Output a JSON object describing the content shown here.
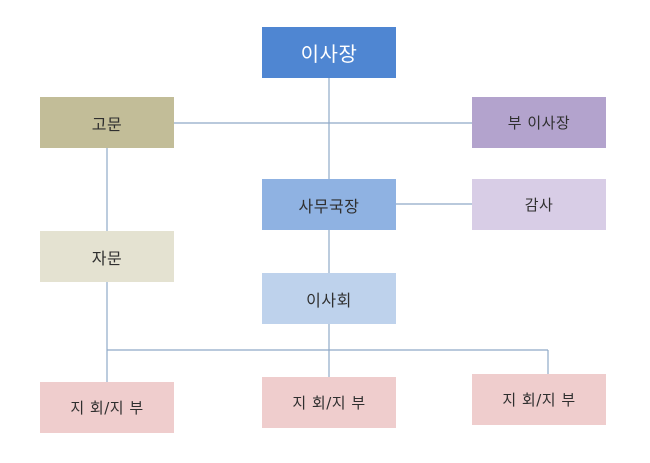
{
  "org_chart": {
    "chairman": "이사장",
    "advisor": "고문",
    "vice_chairman": "부 이사장",
    "secretary_general": "사무국장",
    "auditor": "감사",
    "consultation": "자문",
    "board": "이사회",
    "branches": [
      "지 회/지 부",
      "지 회/지 부",
      "지 회/지 부"
    ]
  },
  "colors": {
    "chairman": "#4f86d2",
    "advisor": "#c2bd98",
    "vice_chairman": "#b3a3cd",
    "secretary_general": "#8fb2e2",
    "auditor": "#d8cde6",
    "consultation": "#e4e2d1",
    "board": "#bed2ec",
    "branch": "#efcdcd",
    "connector": "#8fa9c7"
  }
}
